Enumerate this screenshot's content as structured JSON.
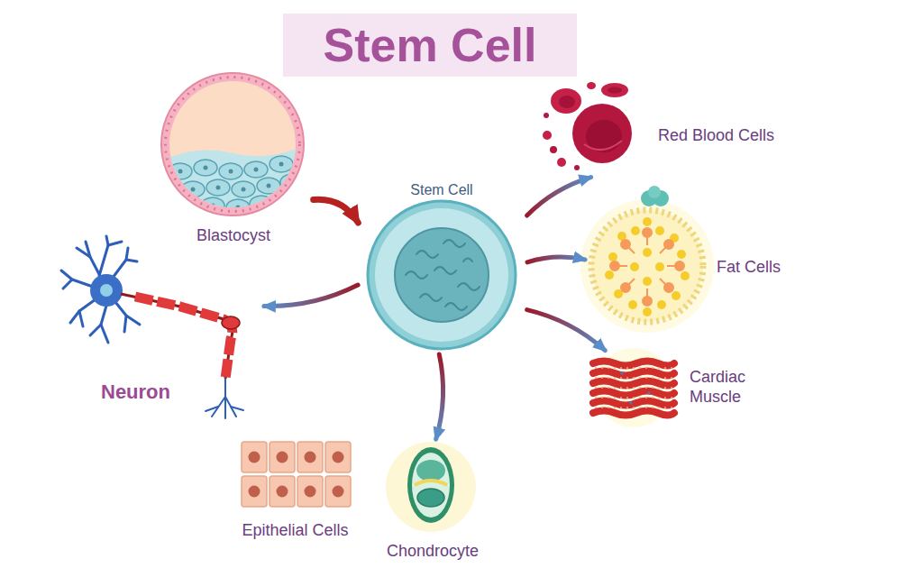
{
  "diagram": {
    "title": "Stem Cell",
    "nodes": [
      {
        "text": [
          "Blastocyst"
        ]
      },
      {
        "text": [
          "Stem Cell"
        ]
      },
      {
        "text": [
          "Red Blood Cells"
        ]
      },
      {
        "text": [
          "Fat Cells"
        ]
      },
      {
        "text": [
          "Neuron"
        ]
      },
      {
        "text": [
          "Cardiac Muscle"
        ]
      },
      {
        "text": [
          "Epithelial Cells"
        ]
      },
      {
        "text": [
          "Chondrocyte"
        ]
      }
    ],
    "edges": [
      {
        "from": 0,
        "to": 1,
        "arrow": "to"
      },
      {
        "from": 1,
        "to": 2,
        "arrow": "to"
      },
      {
        "from": 1,
        "to": 3,
        "arrow": "to"
      },
      {
        "from": 1,
        "to": 4,
        "arrow": "to"
      },
      {
        "from": 1,
        "to": 5,
        "arrow": "to"
      },
      {
        "from": 1,
        "to": 7,
        "arrow": "to"
      }
    ]
  }
}
